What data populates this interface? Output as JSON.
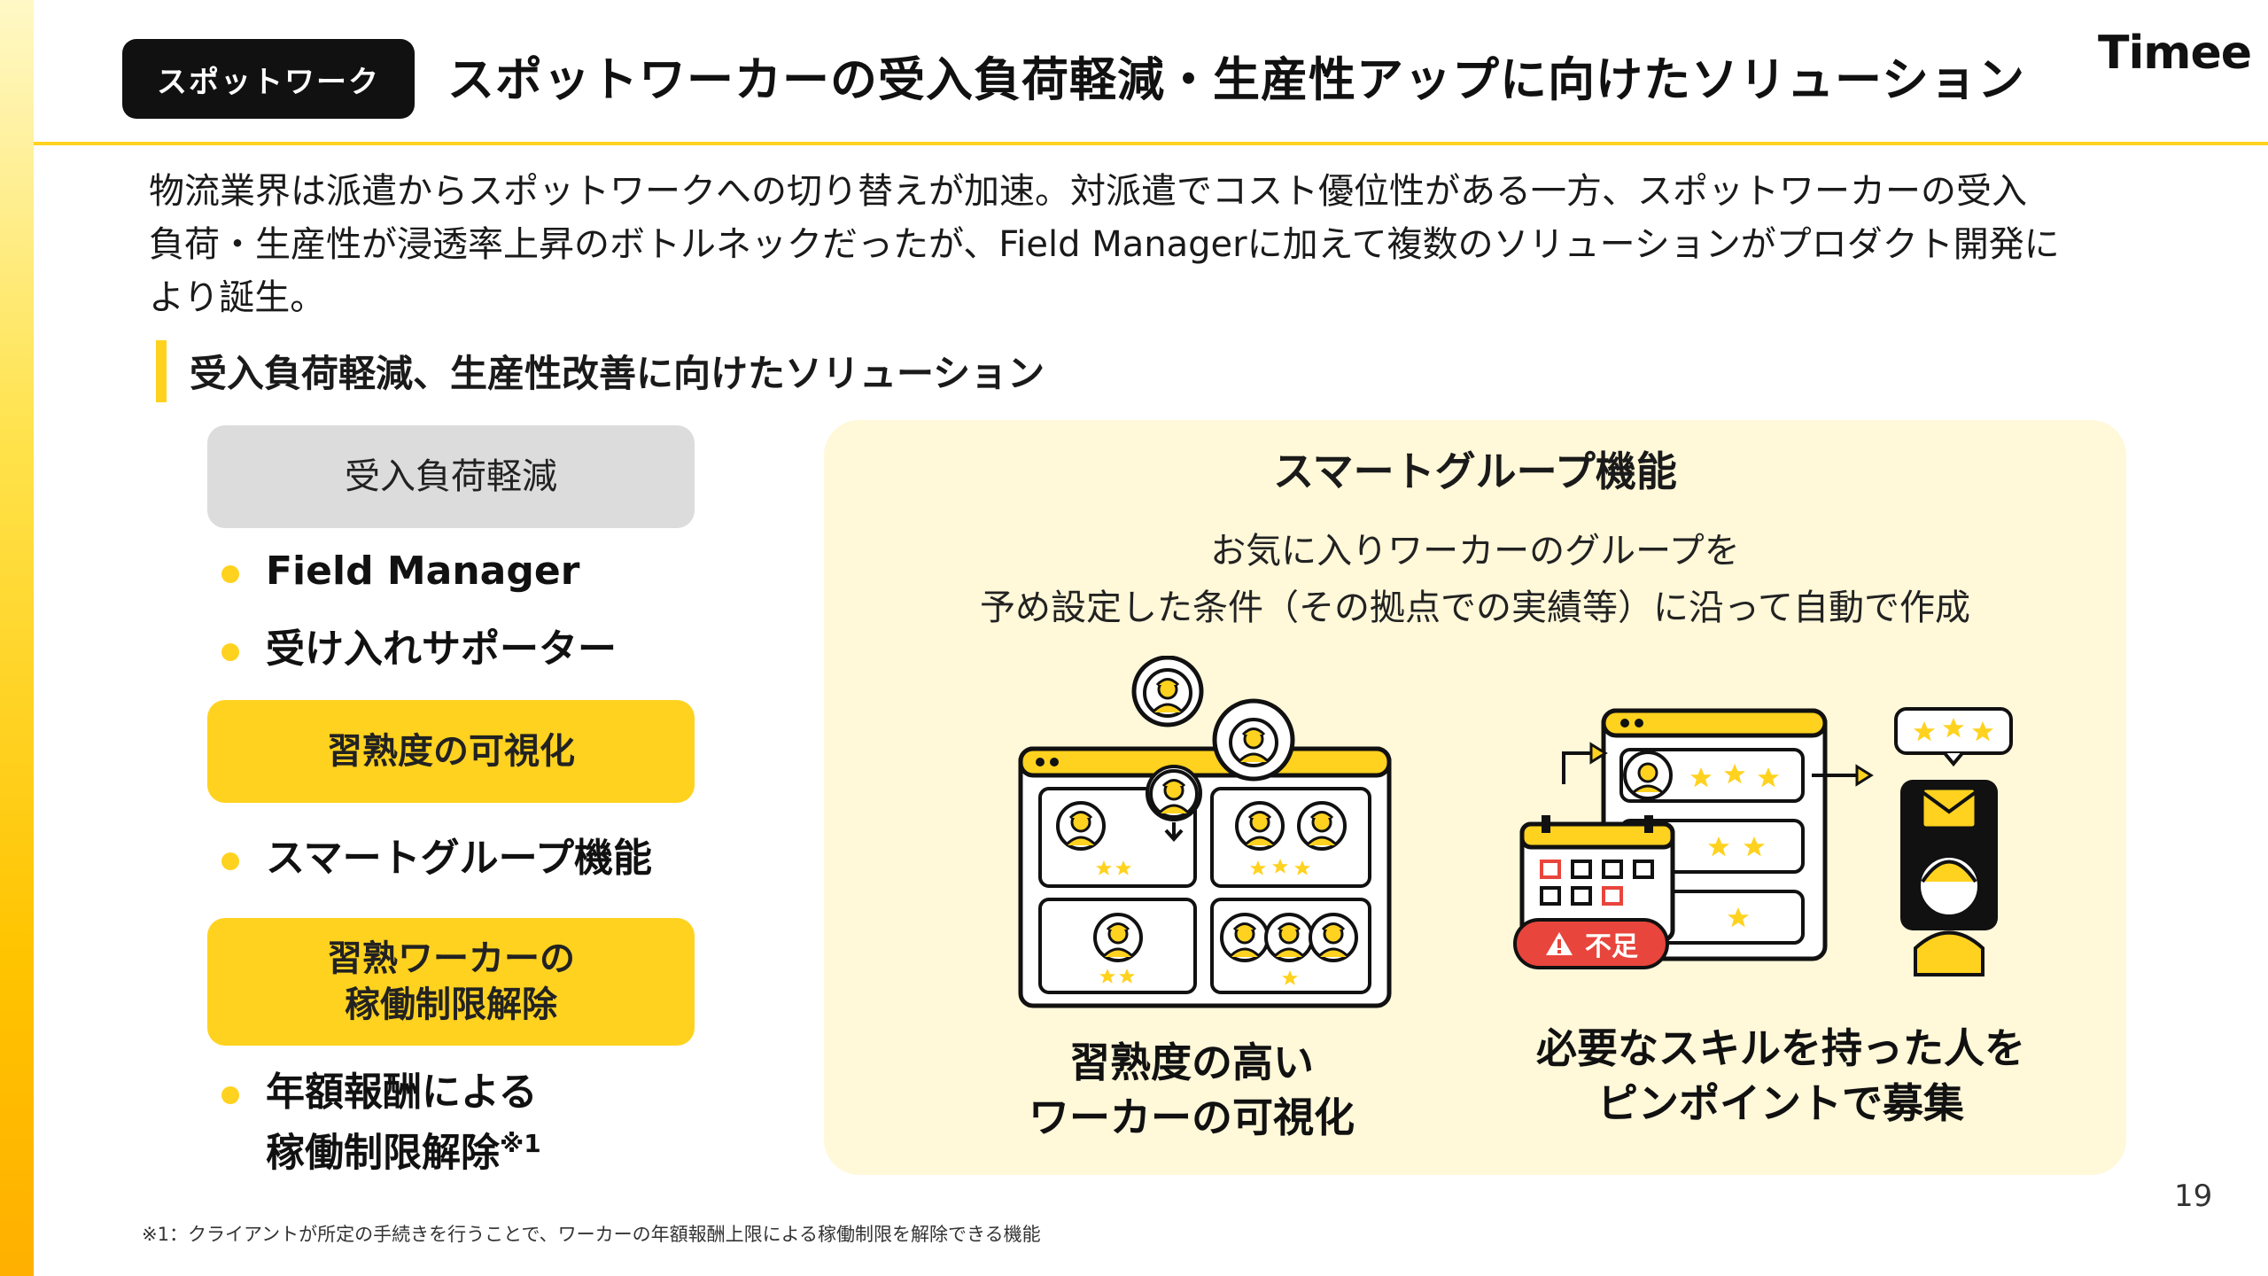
{
  "header": {
    "badge": "スポットワーク",
    "title": "スポットワーカーの受入負荷軽減・生産性アップに向けたソリューション",
    "logo": "Timee"
  },
  "intro": {
    "line1": "物流業界は派遣からスポットワークへの切り替えが加速。対派遣でコスト優位性がある一方、スポットワーカーの受入",
    "line2": "負荷・生産性が浸透率上昇のボトルネックだったが、Field Managerに加えて複数のソリューションがプロダクト開発に",
    "line3": "より誕生。"
  },
  "section": {
    "title": "受入負荷軽減、生産性改善に向けたソリューション"
  },
  "solutions": {
    "category1": "受入負荷軽減",
    "bullet1": "Field Manager",
    "bullet2": "受け入れサポーター",
    "category2": "習熟度の可視化",
    "bullet3": "スマートグループ機能",
    "category3_line1": "習熟ワーカーの",
    "category3_line2": "稼働制限解除",
    "bullet4_line1": "年額報酬による",
    "bullet4_line2": "稼働制限解除",
    "bullet4_sup": "※1"
  },
  "panel": {
    "title": "スマートグループ機能",
    "desc_line1": "お気に入りワーカーのグループを",
    "desc_line2": "予め設定した条件（その拠点での実績等）に沿って自動で作成",
    "alert_label": "不足",
    "caption_left_line1": "習熟度の高い",
    "caption_left_line2": "ワーカーの可視化",
    "caption_right_line1": "必要なスキルを持った人を",
    "caption_right_line2": "ピンポイントで募集"
  },
  "footer": {
    "page": "19",
    "footnote": "※1：クライアントが所定の手続きを行うことで、ワーカーの年額報酬上限による稼働制限を解除できる機能"
  },
  "colors": {
    "accent": "#FFD21F",
    "dark": "#111111",
    "alert": "#E8453C"
  },
  "icons": [
    "person-icon",
    "star-icon",
    "calendar-icon",
    "warning-icon",
    "mail-icon",
    "arrow-icon"
  ]
}
